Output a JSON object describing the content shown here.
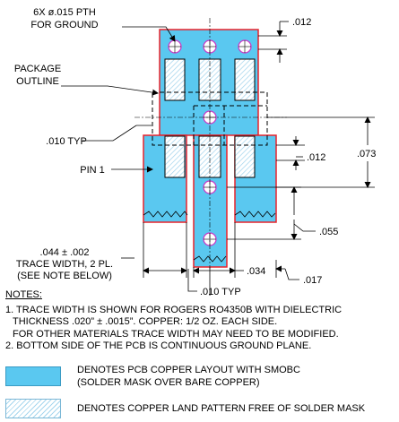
{
  "callouts": {
    "ground_holes": [
      "6X ø.015 PTH",
      "FOR GROUND"
    ],
    "package_outline": [
      "PACKAGE",
      "OUTLINE"
    ],
    "trace_typ_left": ".010 TYP",
    "pin1": "PIN 1",
    "trace_width": [
      ".044 ± .002",
      "TRACE WIDTH, 2 PL.",
      "(SEE NOTE BELOW)"
    ],
    "trace_typ_bottom": ".010 TYP"
  },
  "dimensions": {
    "top_right": ".012",
    "pad_small": ".012",
    "pad_tall": ".073",
    "center_trace": ".055",
    "bottom_gap": ".034",
    "bottom_right": ".017"
  },
  "notes": {
    "title": "NOTES:",
    "lines": [
      "1. TRACE WIDTH IS SHOWN FOR ROGERS RO4350B WITH DIELECTRIC",
      "THICKNESS .020” ± .0015”. COPPER: 1/2 OZ. EACH SIDE.",
      "FOR OTHER MATERIALS TRACE WIDTH MAY NEED TO BE MODIFIED.",
      "2. BOTTOM SIDE OF THE PCB IS CONTINUOUS GROUND PLANE."
    ]
  },
  "legend": [
    {
      "swatch": "copper",
      "lines": [
        "DENOTES PCB COPPER LAYOUT WITH SMOBC",
        "(SOLDER MASK OVER BARE COPPER)"
      ]
    },
    {
      "swatch": "land",
      "lines": [
        "DENOTES COPPER LAND PATTERN FREE OF SOLDER MASK"
      ]
    }
  ],
  "colors": {
    "copper_fill": "#5ac8f0",
    "outline_red": "#e8232c",
    "hatch": "#a6d6ee",
    "via_ring": "#c83cc8"
  }
}
